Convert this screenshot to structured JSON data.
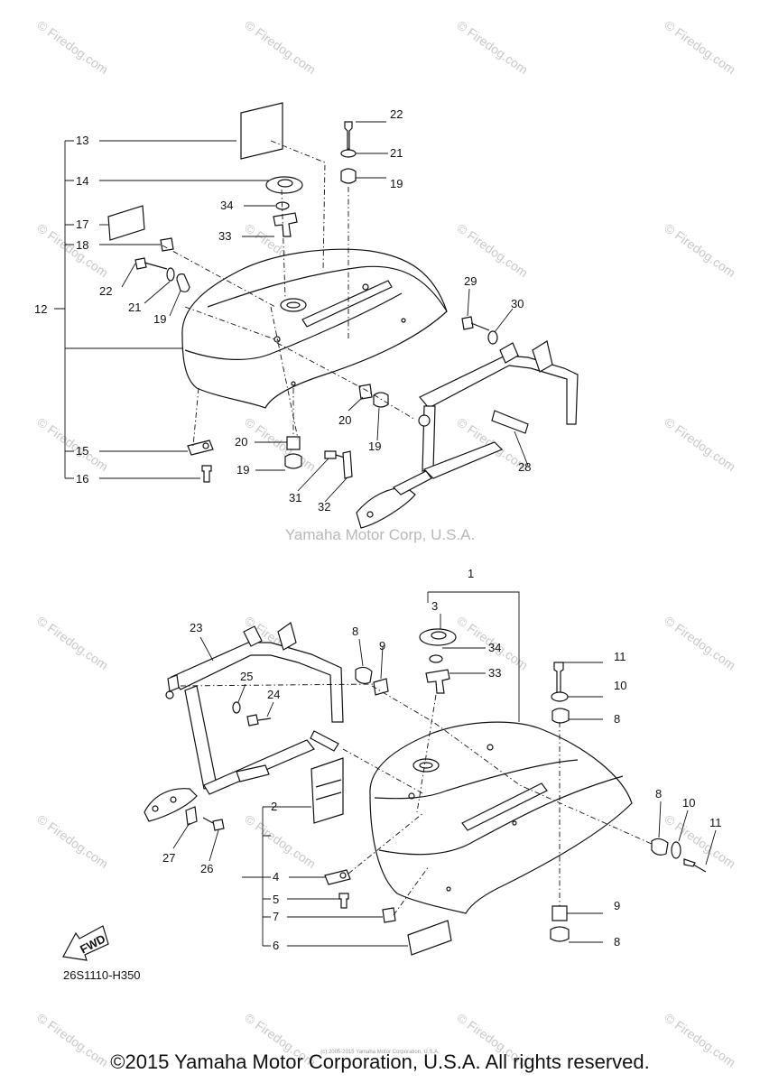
{
  "watermarks": {
    "site": "Firedog.com",
    "middle": "Yamaha Motor Corp, U.S.A."
  },
  "diagram": {
    "code": "26S1110-H350",
    "fwd_label": "FWD",
    "upper_callouts": [
      "12",
      "13",
      "14",
      "17",
      "18",
      "15",
      "16",
      "22",
      "21",
      "19",
      "34",
      "33",
      "22",
      "21",
      "19",
      "20",
      "19",
      "20",
      "19",
      "31",
      "32",
      "29",
      "30",
      "28"
    ],
    "lower_callouts": [
      "1",
      "2",
      "4",
      "5",
      "7",
      "6",
      "3",
      "34",
      "33",
      "8",
      "9",
      "11",
      "10",
      "8",
      "8",
      "10",
      "11",
      "9",
      "8",
      "23",
      "25",
      "24",
      "27",
      "26"
    ]
  },
  "footer": {
    "tiny_notice": "(c) 2005-2015 Yamaha Motor Corporation, U.S.A.",
    "copyright": "©2015 Yamaha Motor Corporation, U.S.A. All rights reserved."
  }
}
